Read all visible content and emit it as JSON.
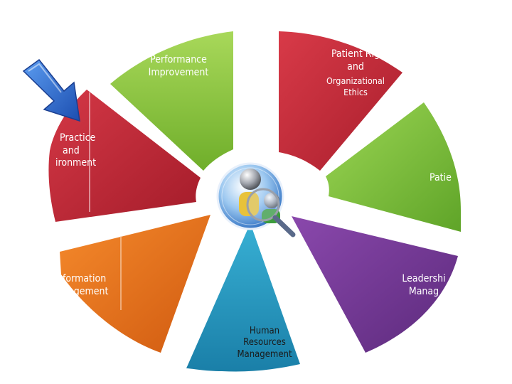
{
  "colors": {
    "perf": "#8cc43c",
    "rights": "#c8283a",
    "patient": "#7fc23c",
    "leader": "#7a3a98",
    "hr": "#2a9cc4",
    "info": "#e8701e",
    "practice": "#c02834",
    "arrow": "#2a6fd0",
    "hub": "#3a7cd0"
  },
  "segments": {
    "perf": {
      "line1": "Performance",
      "line2": "Improvement"
    },
    "rights": {
      "line1": "Patient Rig",
      "line2": "and",
      "line3": "Organizational",
      "line4": "Ethics"
    },
    "patient": {
      "line1": "Patie"
    },
    "leader": {
      "line1": "Leadershi",
      "line2": "Manag"
    },
    "hr": {
      "line1": "Human",
      "line2": "Resources",
      "line3": "Management"
    },
    "info": {
      "line1": "formation",
      "line2": "nagement"
    },
    "practice": {
      "line1": "Practice",
      "line2": "and",
      "line3": "ironment"
    }
  },
  "icons": {
    "arrow": "pointer-arrow-icon",
    "hub": "people-magnifier-icon"
  }
}
